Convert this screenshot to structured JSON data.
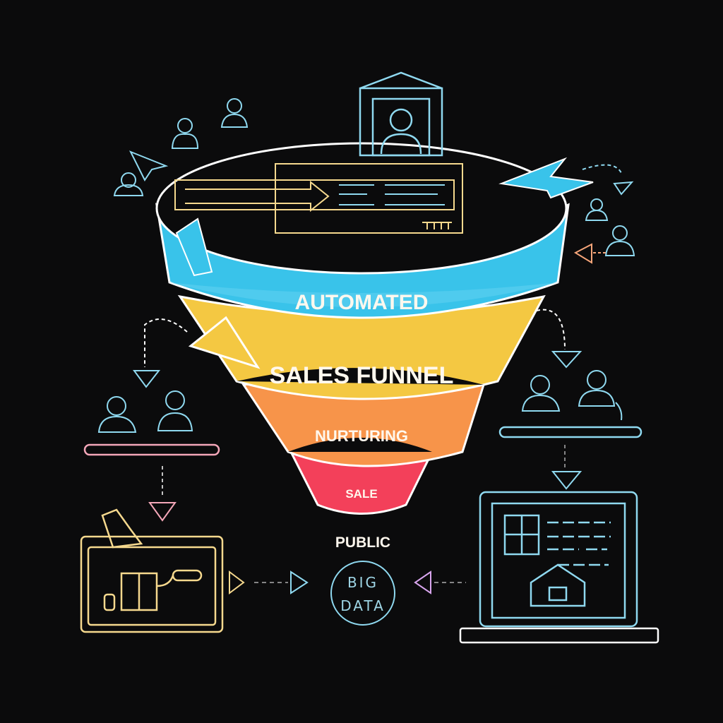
{
  "funnel": {
    "stages": [
      {
        "label": "AUTOMATED",
        "color": "#39c3ea"
      },
      {
        "label": "SALES FUNNEL",
        "color": "#f4c842"
      },
      {
        "label": "NURTURING",
        "color": "#f7944a"
      },
      {
        "label": "SALE",
        "color": "#f3405a"
      }
    ]
  },
  "bottom": {
    "public_label": "PUBLIC",
    "big_data_line1": "BIG",
    "big_data_line2": "DATA"
  },
  "colors": {
    "cyan": "#8fd9f0",
    "yellow": "#f6d98e",
    "pink": "#f4a7b9",
    "purple": "#d9a6ef",
    "orange": "#f7a67a"
  }
}
